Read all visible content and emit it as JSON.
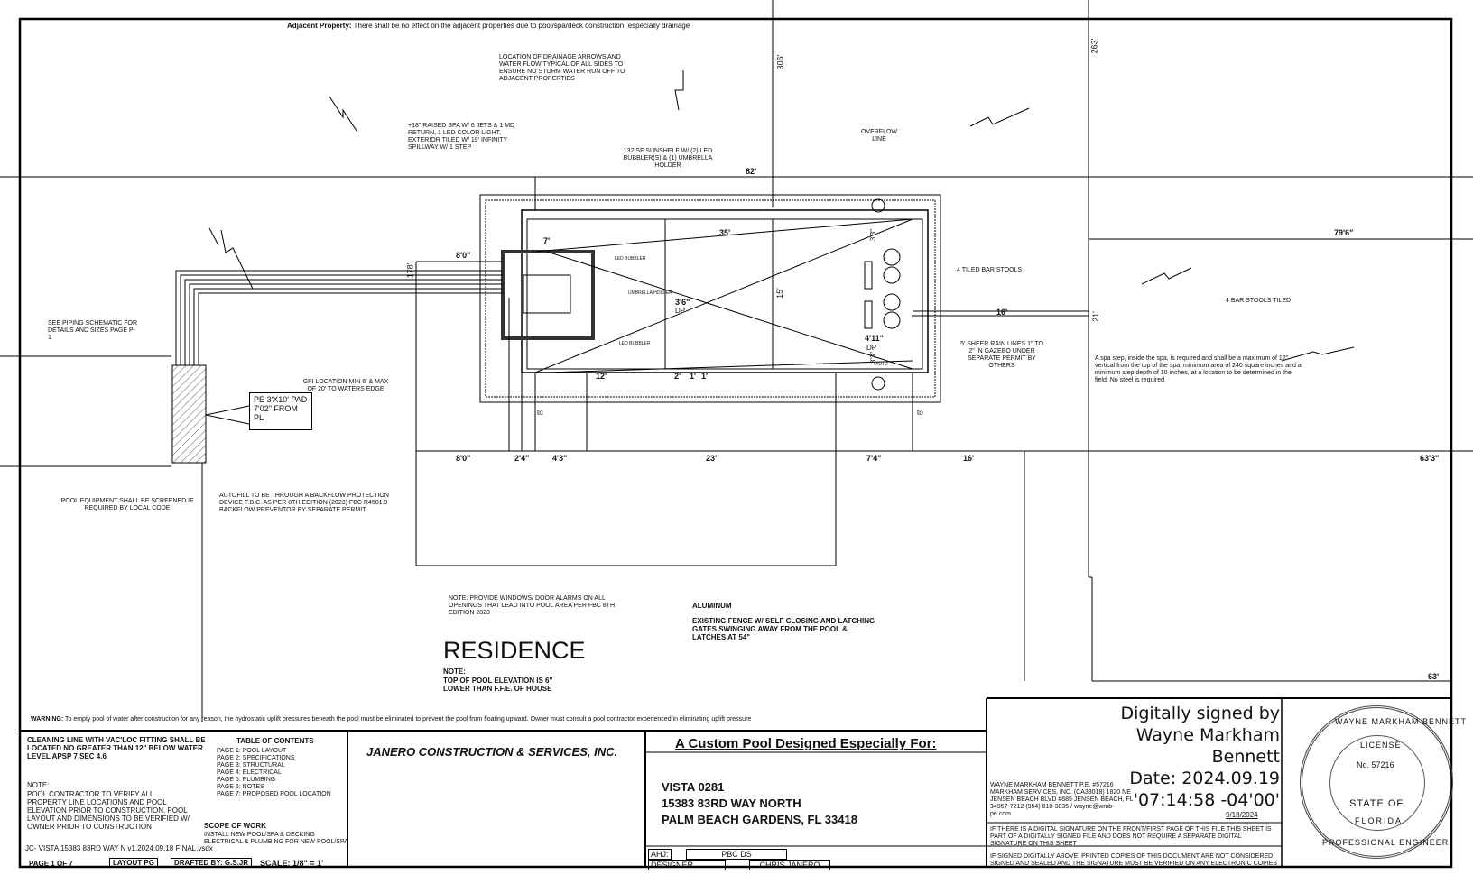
{
  "top_note": {
    "label": "Adjacent Property:",
    "text": "There shall be no effect on the adjacent properties due to pool/spa/deck construction, especially drainage"
  },
  "notes": {
    "drainage": "LOCATION OF DRAINAGE ARROWS AND WATER FLOW TYPICAL OF ALL SIDES TO ENSURE NO STORM WATER RUN OFF TO ADJACENT PROPERTIES",
    "spa": "+18\" RAISED SPA W/ 6 JETS & 1 MD RETURN, 1 LED COLOR LIGHT, EXTERIOR TILED W/ 19' INFINITY SPILLWAY W/ 1 STEP",
    "sunshelf": "132 SF SUNSHELF W/ (2) LED BUBBLER(S) & (1) UMBRELLA HOLDER",
    "overflow": "OVERFLOW LINE",
    "barstools_tiled_4": "4 TILED BAR STOOLS",
    "barstools_tiled": "4 BAR STOOLS TILED",
    "piping": "SEE PIPING SCHEMATIC FOR DETAILS AND SIZES PAGE P-1",
    "gfi": "GFI LOCATION MIN 6' & MAX OF 20' TO WATERS EDGE",
    "pad": "PE 3'X10' PAD 7'02\" FROM PL",
    "sheer": "5' SHEER RAIN LINES 1\" TO 2\" IN GAZEBO UNDER SEPARATE PERMIT BY OTHERS",
    "spa_step": "A spa step, inside the spa, is required and shall be a maximum of 12\" vertical from the top of the spa, minimum area of 240 square inches and a minimum step depth of 10 inches, at a location to be determined in the field. No steel is required",
    "equipment": "POOL EQUIPMENT SHALL BE SCREENED IF REQUIRED BY LOCAL CODE",
    "autofill": "AUTOFILL TO BE THROUGH A BACKFLOW PROTECTION DEVICE F.B.C. AS PER 8TH EDITION (2023) FBC R4501.9 BACKFLOW PREVENTOR BY SEPARATE PERMIT",
    "windows": "NOTE: PROVIDE WINDOWS/ DOOR ALARMS ON ALL OPENINGS THAT LEAD INTO POOL AREA PER FBC 8TH EDITION 2023",
    "fence_title": "ALUMINUM",
    "fence": "EXISTING FENCE W/ SELF CLOSING AND LATCHING GATES SWINGING AWAY FROM THE POOL & LATCHES AT 54\"",
    "residence": "RESIDENCE",
    "residence_note_label": "NOTE:",
    "residence_note": "TOP OF POOL ELEVATION IS 6\" LOWER THAN F.F.E. OF HOUSE",
    "warning_label": "WARNING:",
    "warning": "To empty pool of water after construction for any reason, the hydrostatic uplift pressures beneath the pool must be eliminated to prevent the pool from floating upward. Owner must consult a pool contractor experienced in eliminating uplift pressure",
    "led_bubbler": "LED BUBBLER",
    "umbrella_holder": "UMBRELLA HOLDER",
    "dp": "DP",
    "to": "to",
    "auto": "AUTO"
  },
  "dimensions": {
    "d306": "306'",
    "d263": "263'",
    "d82": "82'",
    "d35": "35'",
    "d79_6": "79'6\"",
    "d178": "178'",
    "d8_0": "8'0\"",
    "d15": "15'",
    "d16": "16'",
    "d21": "21'",
    "d3_6": "3'6\"",
    "d4_11": "4'11\"",
    "d12": "12'",
    "d2": "2'",
    "d1a": "1'",
    "d1b": "1'",
    "b_8_0": "8'0\"",
    "b_2_4": "2'4\"",
    "b_4_3": "4'3\"",
    "b_23": "23'",
    "b_7_4": "7'4\"",
    "b_16": "16'",
    "b_63_3": "63'3\"",
    "d63": "63'",
    "d7": "7'",
    "d33a": "3'3\"",
    "d33b": "3'3\""
  },
  "title_block": {
    "cleaning": "CLEANING LINE WITH VAC'LOC FITTING SHALL BE LOCATED NO GREATER THAN 12\" BELOW WATER LEVEL APSP 7 SEC 4.6",
    "note_label": "NOTE:",
    "note": "POOL CONTRACTOR TO VERIFY ALL PROPERTY LINE LOCATIONS AND POOL ELEVATION PRIOR TO CONSTRUCTION. POOL LAYOUT AND DIMENSIONS TO BE VERIFIED W/ OWNER PRIOR TO CONSTRUCTION",
    "file": "JC- VISTA 15383 83RD WAY N v1.2024.09.18 FINAL.vsdx",
    "page": "PAGE 1 OF 7",
    "layout": "LAYOUT PG",
    "drafted": "DRAFTED BY: G.S.JR",
    "scale": "SCALE: 1/8\" = 1'",
    "toc_title": "TABLE OF CONTENTS",
    "toc": [
      "PAGE 1: POOL LAYOUT",
      "PAGE 2: SPECIFICATIONS",
      "PAGE 3: STRUCTURAL",
      "PAGE 4: ELECTRICAL",
      "PAGE 5: PLUMBING",
      "PAGE 6: NOTES",
      "PAGE 7: PROPOSED POOL LOCATION"
    ],
    "scope_title": "SCOPE OF WORK",
    "scope": "INSTALL NEW POOL/SPA & DECKING ELECTRICAL & PLUMBING FOR NEW POOL/SPA",
    "company": "JANERO CONSTRUCTION & SERVICES, INC.",
    "custom_title": "A Custom Pool Designed Especially For:",
    "client_line1": "VISTA 0281",
    "client_line2": "15383 83RD WAY NORTH",
    "client_line3": "PALM BEACH GARDENS, FL 33418",
    "ahj_label": "AHJ:",
    "ahj": "PBC DS",
    "designer_label": "DESIGNER",
    "designer": "CHRIS JANERO",
    "engineer": "WAYNE MARKHAM BENNETT P.E. #57216 MARKHAM SERVICES, INC. (CA33018) 1820 NE JENSEN BEACH BLVD #685 JENSEN BEACH, FL 34957-7212 (954) 818-3835 / wayne@wmb-pe.com",
    "digital_note": "IF THERE IS A DIGITAL SIGNATURE ON THE FRONT/FIRST PAGE OF THIS FILE THIS SHEET IS PART OF A DIGITALLY SIGNED FILE AND DOES NOT REQUIRE A SEPARATE DIGITAL SIGNATURE ON THIS SHEET",
    "printed_note": "IF SIGNED DIGITALLY ABOVE, PRINTED COPIES OF THIS DOCUMENT ARE NOT CONSIDERED SIGNED AND SEALED AND THE SIGNATURE MUST BE VERIFIED ON ANY ELECTRONIC COPIES",
    "sig_date_small": "9/18/2024",
    "signature_lines": [
      "Digitally signed by",
      "Wayne Markham",
      "Bennett",
      "Date: 2024.09.19",
      "'07:14:58 -04'00'"
    ],
    "seal_top": "WAYNE MARKHAM BENNETT",
    "seal_license": "LICENSE",
    "seal_no": "No. 57216",
    "seal_state": "STATE OF",
    "seal_florida": "FLORIDA",
    "seal_bottom": "PROFESSIONAL ENGINEER"
  }
}
